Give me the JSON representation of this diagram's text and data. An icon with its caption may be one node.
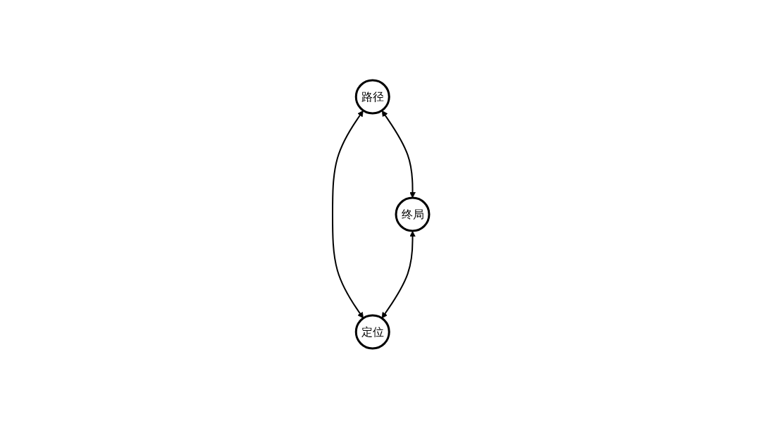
{
  "diagram": {
    "nodes": [
      {
        "text": [
          "路径"
        ]
      },
      {
        "text": [
          "终局"
        ]
      },
      {
        "text": [
          "定位"
        ]
      }
    ],
    "edges": [
      {
        "from": 0,
        "to": 1,
        "arrow": "both"
      },
      {
        "from": 0,
        "to": 2,
        "arrow": "both"
      },
      {
        "from": 1,
        "to": 2,
        "arrow": "both"
      }
    ]
  }
}
